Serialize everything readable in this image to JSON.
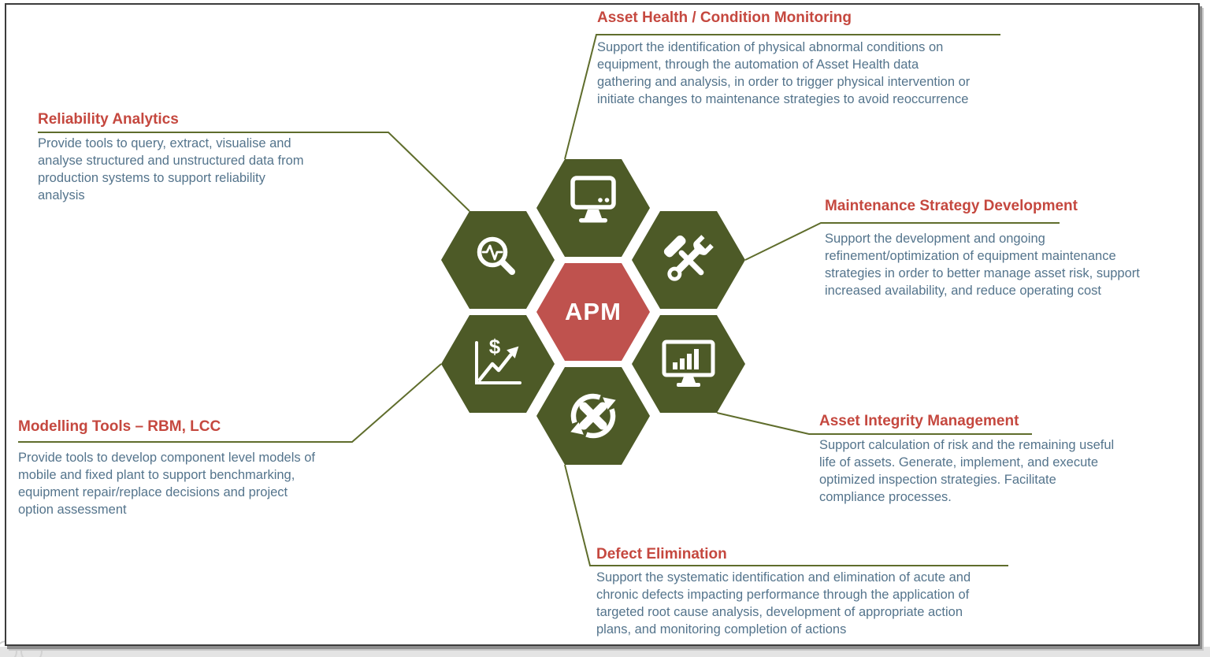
{
  "slide": {
    "center_label": "APM",
    "colors": {
      "hexagon_green": "#4d5a27",
      "hexagon_red": "#bf524e",
      "heading_red": "#c5483f",
      "body_text_blue": "#54748c",
      "connector_olive": "#5f6d2c"
    },
    "icon_glyphs": {
      "dollar": "$"
    },
    "sections": {
      "asset_health": {
        "title": "Asset Health / Condition Monitoring",
        "icon": "desktop-monitor-icon",
        "description_lines": [
          "Support the identification of physical abnormal conditions on",
          "equipment, through the automation of Asset Health data",
          "gathering and analysis, in order to trigger physical intervention or",
          "initiate changes to maintenance strategies to avoid reoccurrence"
        ]
      },
      "reliability_analytics": {
        "title": "Reliability Analytics",
        "icon": "pulse-magnifier-icon",
        "description_lines": [
          "Provide tools to query, extract, visualise and",
          "analyse structured and unstructured data from",
          "production systems to support reliability",
          "analysis"
        ]
      },
      "maintenance_strategy": {
        "title": "Maintenance Strategy Development",
        "icon": "hammer-wrench-icon",
        "description_lines": [
          "Support the development and ongoing",
          "refinement/optimization of equipment maintenance",
          "strategies in order to better manage asset risk, support",
          "increased availability, and reduce operating cost"
        ]
      },
      "modelling_tools": {
        "title": "Modelling Tools – RBM, LCC",
        "icon": "dollar-trend-chart-icon",
        "description_lines": [
          "Provide tools to develop component level models of",
          "mobile and fixed plant to support benchmarking,",
          "equipment repair/replace decisions and project",
          "option assessment"
        ]
      },
      "asset_integrity": {
        "title": "Asset Integrity Management",
        "icon": "bar-chart-monitor-icon",
        "description_lines": [
          "Support calculation of risk and the remaining useful",
          "life of assets.  Generate, implement, and execute",
          "optimized inspection strategies.  Facilitate",
          "compliance processes."
        ]
      },
      "defect_elimination": {
        "title": "Defect Elimination",
        "icon": "cycle-x-icon",
        "description_lines": [
          "Support the systematic identification and elimination of acute and",
          "chronic defects impacting performance through the application of",
          "targeted root cause analysis, development of appropriate action",
          "plans, and monitoring completion of actions"
        ]
      }
    }
  }
}
